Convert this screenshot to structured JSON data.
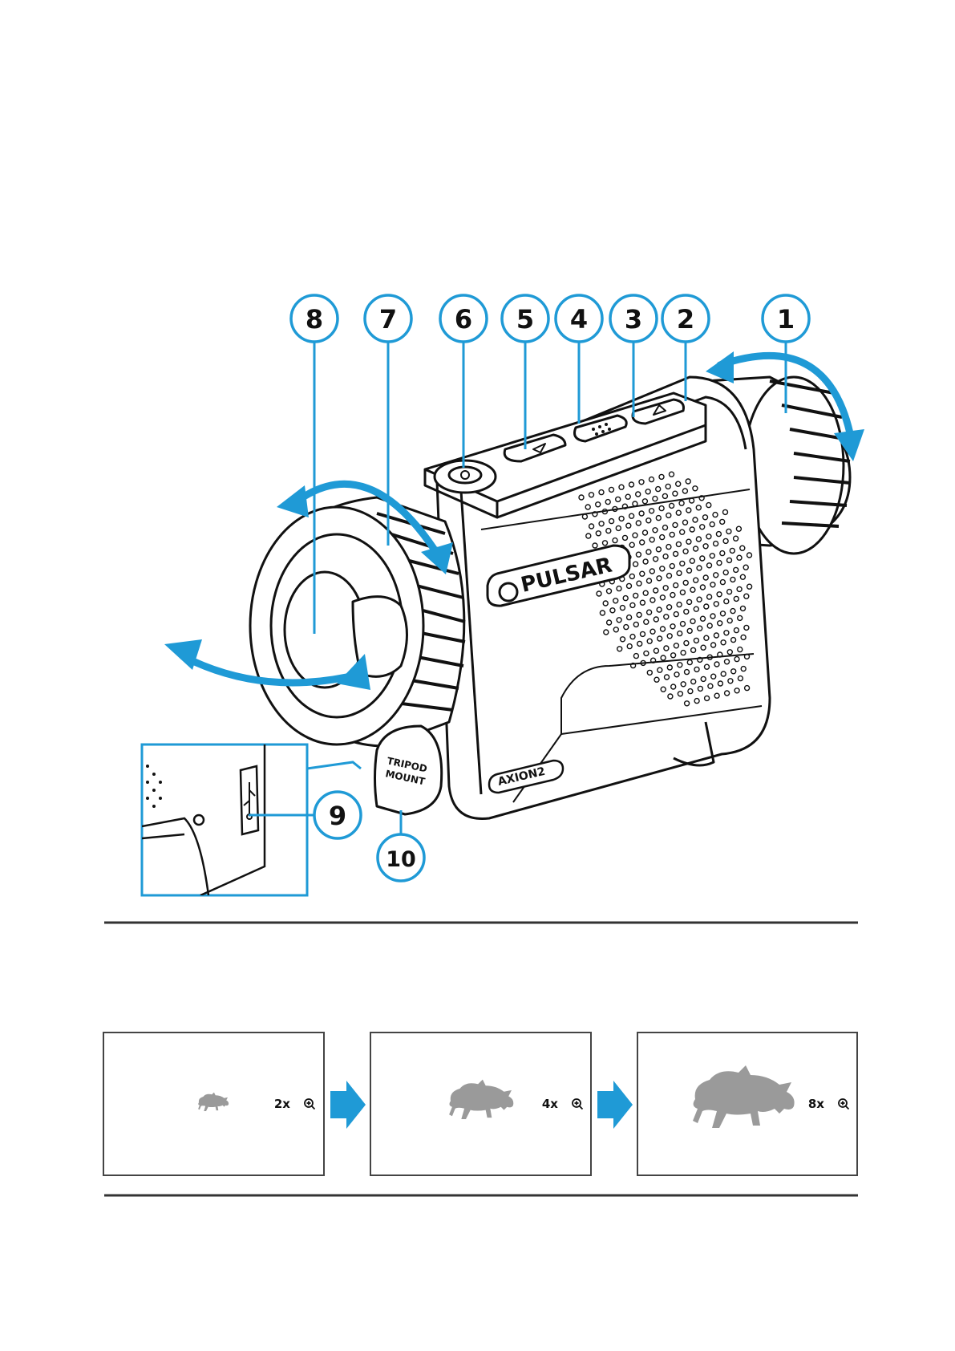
{
  "colors": {
    "accent_blue": "#1f9ad6",
    "outline": "#111111",
    "silhouette_gray": "#9a9a9a",
    "rule_gray": "#333333",
    "panel_border": "#444444"
  },
  "device": {
    "brand_logo_text": "PULSAR",
    "model_logo_text": "AXION2",
    "tripod_cap_text": [
      "TRIPOD",
      "MOUNT"
    ],
    "usb_icon": "usb-icon"
  },
  "callouts": [
    {
      "id": "1",
      "label": "1"
    },
    {
      "id": "2",
      "label": "2"
    },
    {
      "id": "3",
      "label": "3"
    },
    {
      "id": "4",
      "label": "4"
    },
    {
      "id": "5",
      "label": "5"
    },
    {
      "id": "6",
      "label": "6"
    },
    {
      "id": "7",
      "label": "7"
    },
    {
      "id": "8",
      "label": "8"
    },
    {
      "id": "9",
      "label": "9"
    },
    {
      "id": "10",
      "label": "10"
    }
  ],
  "zoom_panels": [
    {
      "label": "2x",
      "icon": "zoom-in-icon",
      "scale": 2
    },
    {
      "label": "4x",
      "icon": "zoom-in-icon",
      "scale": 4
    },
    {
      "label": "8x",
      "icon": "zoom-in-icon",
      "scale": 8
    }
  ]
}
